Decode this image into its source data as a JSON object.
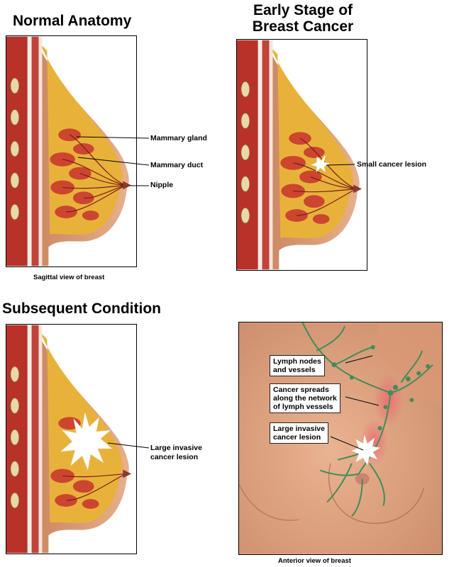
{
  "normal_anatomy": {
    "title": "Normal Anatomy",
    "labels": {
      "gland": "Mammary gland",
      "duct": "Mammary duct",
      "nipple": "Nipple"
    },
    "caption": "Sagittal view of breast"
  },
  "early_stage": {
    "title_lines": [
      "Early Stage of",
      "Breast Cancer"
    ],
    "label": "Small cancer lesion"
  },
  "subsequent": {
    "title": "Subsequent Condition",
    "label_lines": [
      "Large invasive",
      "cancer lesion"
    ]
  },
  "anterior": {
    "box_labels": [
      {
        "lines": [
          "Lymph nodes",
          "and vessels"
        ]
      },
      {
        "lines": [
          "Cancer spreads",
          "along the network",
          "of lymph vessels"
        ]
      },
      {
        "lines": [
          "Large invasive",
          "cancer lesion"
        ]
      }
    ],
    "caption": "Anterior view of breast"
  },
  "colors": {
    "skin": "#dfa07c",
    "skin_dark": "#c47a55",
    "muscle": "#b8322a",
    "fat": "#e8b23a",
    "lobule": "#c93a2e",
    "lesion": "#ffffff",
    "lymph": "#3f8d5a",
    "frame": "#000000"
  }
}
